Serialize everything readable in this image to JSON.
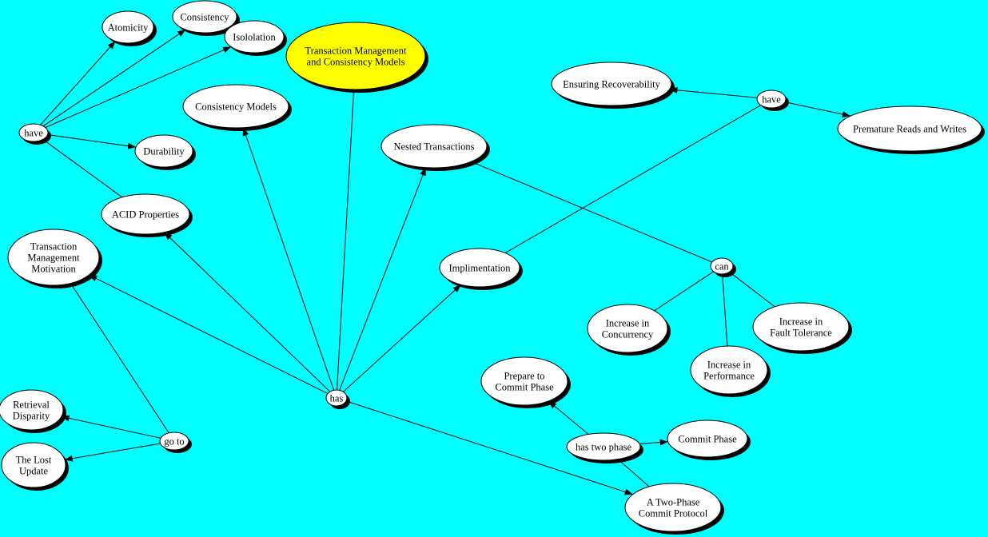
{
  "colors": {
    "background": "#00ffff",
    "root_node": "#ffff00",
    "node": "#ffffff",
    "shadow": "#000000",
    "edge": "#000000"
  },
  "nodes": [
    {
      "id": "main",
      "lines": [
        "Transaction Management",
        "and Consistency Models"
      ],
      "root": true
    },
    {
      "id": "atomicity",
      "lines": [
        "Atomicity"
      ]
    },
    {
      "id": "consistency",
      "lines": [
        "Consistency"
      ]
    },
    {
      "id": "isololation",
      "lines": [
        "Isololation"
      ]
    },
    {
      "id": "have1",
      "lines": [
        "have"
      ],
      "linker": true
    },
    {
      "id": "durability",
      "lines": [
        "Durability"
      ]
    },
    {
      "id": "acid",
      "lines": [
        "ACID Properties"
      ]
    },
    {
      "id": "consmodels",
      "lines": [
        "Consistency Models"
      ]
    },
    {
      "id": "nested",
      "lines": [
        "Nested Transactions"
      ]
    },
    {
      "id": "tmm",
      "lines": [
        "Transaction",
        "Management",
        "Motivation"
      ]
    },
    {
      "id": "impl",
      "lines": [
        "Implimentation"
      ]
    },
    {
      "id": "have2",
      "lines": [
        "have"
      ],
      "linker": true
    },
    {
      "id": "recov",
      "lines": [
        "Ensuring Recoverability"
      ]
    },
    {
      "id": "premature",
      "lines": [
        "Premature Reads and Writes"
      ]
    },
    {
      "id": "can",
      "lines": [
        "can"
      ],
      "linker": true
    },
    {
      "id": "concurrency",
      "lines": [
        "Increase in",
        "Concurrency"
      ]
    },
    {
      "id": "performance",
      "lines": [
        "Increase in",
        "Performance"
      ]
    },
    {
      "id": "fault",
      "lines": [
        "Increase in",
        "Fault Tolerance"
      ]
    },
    {
      "id": "has",
      "lines": [
        "has"
      ],
      "linker": true
    },
    {
      "id": "prepare",
      "lines": [
        "Prepare to",
        "Commit Phase"
      ]
    },
    {
      "id": "hastwophase",
      "lines": [
        "has two phase"
      ],
      "linker": true
    },
    {
      "id": "commitphase",
      "lines": [
        "Commit Phase"
      ]
    },
    {
      "id": "twophase",
      "lines": [
        "A Two-Phase",
        "Commit Protocol"
      ]
    },
    {
      "id": "retrieval",
      "lines": [
        "Retrieval",
        "Disparity"
      ]
    },
    {
      "id": "goto",
      "lines": [
        "go to"
      ],
      "linker": true
    },
    {
      "id": "lostupdate",
      "lines": [
        "The Lost",
        "Update"
      ]
    }
  ],
  "edges": [
    {
      "from": "main",
      "to": "has",
      "arrow": false
    },
    {
      "from": "has",
      "to": "tmm",
      "arrow": true
    },
    {
      "from": "has",
      "to": "acid",
      "arrow": true
    },
    {
      "from": "has",
      "to": "consmodels",
      "arrow": true
    },
    {
      "from": "has",
      "to": "nested",
      "arrow": true
    },
    {
      "from": "has",
      "to": "impl",
      "arrow": true
    },
    {
      "from": "has",
      "to": "twophase",
      "arrow": true
    },
    {
      "from": "acid",
      "to": "have1",
      "arrow": false
    },
    {
      "from": "have1",
      "to": "atomicity",
      "arrow": true
    },
    {
      "from": "have1",
      "to": "consistency",
      "arrow": true
    },
    {
      "from": "have1",
      "to": "isololation",
      "arrow": true
    },
    {
      "from": "have1",
      "to": "durability",
      "arrow": true
    },
    {
      "from": "tmm",
      "to": "goto",
      "arrow": false
    },
    {
      "from": "goto",
      "to": "retrieval",
      "arrow": true
    },
    {
      "from": "goto",
      "to": "lostupdate",
      "arrow": true
    },
    {
      "from": "impl",
      "to": "have2",
      "arrow": false
    },
    {
      "from": "have2",
      "to": "recov",
      "arrow": true
    },
    {
      "from": "have2",
      "to": "premature",
      "arrow": true
    },
    {
      "from": "nested",
      "to": "can",
      "arrow": false
    },
    {
      "from": "can",
      "to": "concurrency",
      "arrow": false
    },
    {
      "from": "can",
      "to": "performance",
      "arrow": false
    },
    {
      "from": "can",
      "to": "fault",
      "arrow": false
    },
    {
      "from": "twophase",
      "to": "hastwophase",
      "arrow": false
    },
    {
      "from": "hastwophase",
      "to": "prepare",
      "arrow": true
    },
    {
      "from": "hastwophase",
      "to": "commitphase",
      "arrow": true
    }
  ]
}
